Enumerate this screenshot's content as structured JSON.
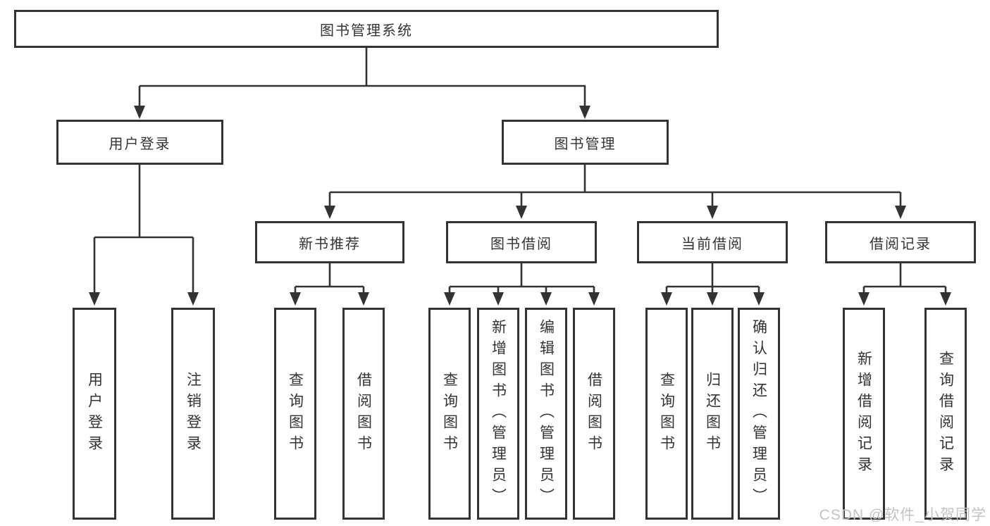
{
  "diagram_type": "hierarchy-tree",
  "colors": {
    "background": "#ffffff",
    "line": "#333333",
    "text": "#333333",
    "watermark": "#c3c3c3"
  },
  "nodes": {
    "root": "图书管理系统",
    "user_login": "用户登录",
    "book_mgmt": "图书管理",
    "new_book_rec": "新书推荐",
    "book_borrow": "图书借阅",
    "current_borrow": "当前借阅",
    "borrow_records": "借阅记录",
    "leaf_login": "用户登录",
    "leaf_logout": "注销登录",
    "leaf_rec_query_book": "查询图书",
    "leaf_rec_borrow_book": "借阅图书",
    "leaf_bb_query_book": "查询图书",
    "leaf_bb_add_book": "新增图书（管理员）",
    "leaf_bb_edit_book": "编辑图书（管理员）",
    "leaf_bb_borrow_book": "借阅图书",
    "leaf_cb_query_book": "查询图书",
    "leaf_cb_return_book": "归还图书",
    "leaf_cb_confirm_return": "确认归还（管理员）",
    "leaf_br_add_record": "新增借阅记录",
    "leaf_br_query_record": "查询借阅记录"
  },
  "edges": [
    {
      "from": "图书管理系统",
      "to": [
        "用户登录",
        "图书管理"
      ]
    },
    {
      "from": "用户登录",
      "to": [
        "用户登录",
        "注销登录"
      ]
    },
    {
      "from": "图书管理",
      "to": [
        "新书推荐",
        "图书借阅",
        "当前借阅",
        "借阅记录"
      ]
    },
    {
      "from": "新书推荐",
      "to": [
        "查询图书",
        "借阅图书"
      ]
    },
    {
      "from": "图书借阅",
      "to": [
        "查询图书",
        "新增图书（管理员）",
        "编辑图书（管理员）",
        "借阅图书"
      ]
    },
    {
      "from": "当前借阅",
      "to": [
        "查询图书",
        "归还图书",
        "确认归还（管理员）"
      ]
    },
    {
      "from": "借阅记录",
      "to": [
        "新增借阅记录",
        "查询借阅记录"
      ]
    }
  ],
  "watermark": "CSDN @软件_小贺同学"
}
